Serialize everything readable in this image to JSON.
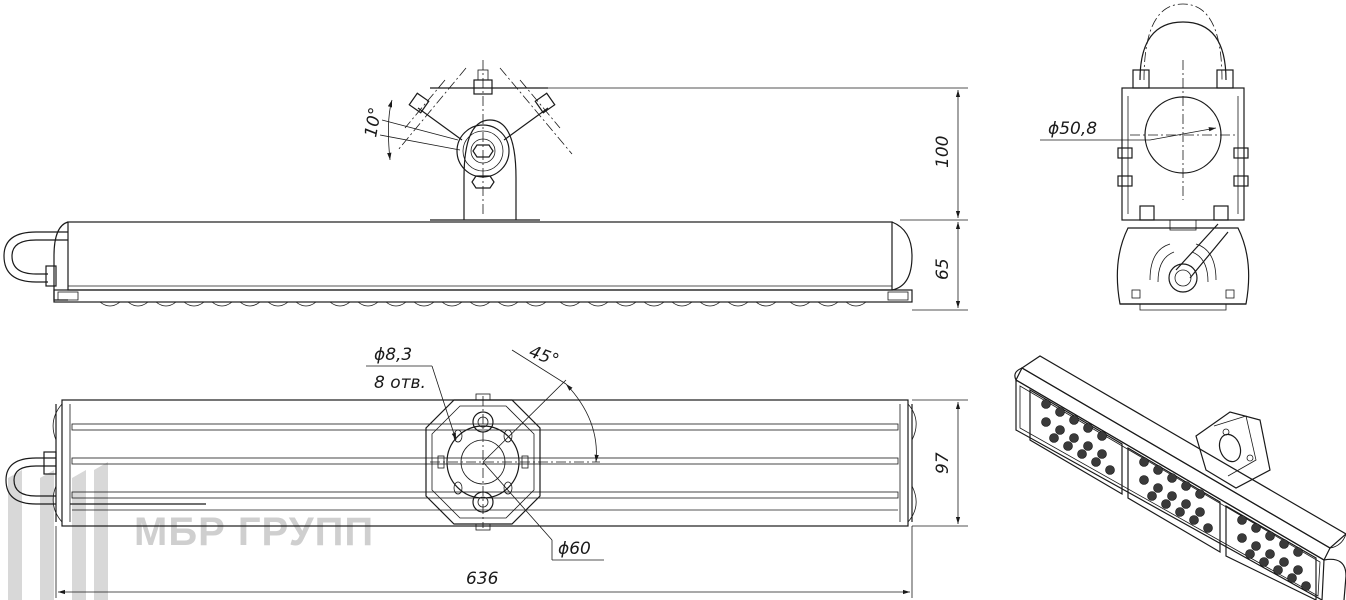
{
  "dimensions": {
    "height_top": "100",
    "height_body": "65",
    "angle_side": "10°",
    "pipe_diameter": "ϕ50,8",
    "hole_diameter": "ϕ8,3",
    "hole_count": "8 отв.",
    "angle_plan": "45°",
    "mount_diameter": "ϕ60",
    "width_plan": "97",
    "length_total": "636"
  },
  "watermark": {
    "text": "МБР ГРУПП",
    "color": "#cfcfcf"
  },
  "colors": {
    "line": "#1a1a1a",
    "background": "#ffffff"
  }
}
